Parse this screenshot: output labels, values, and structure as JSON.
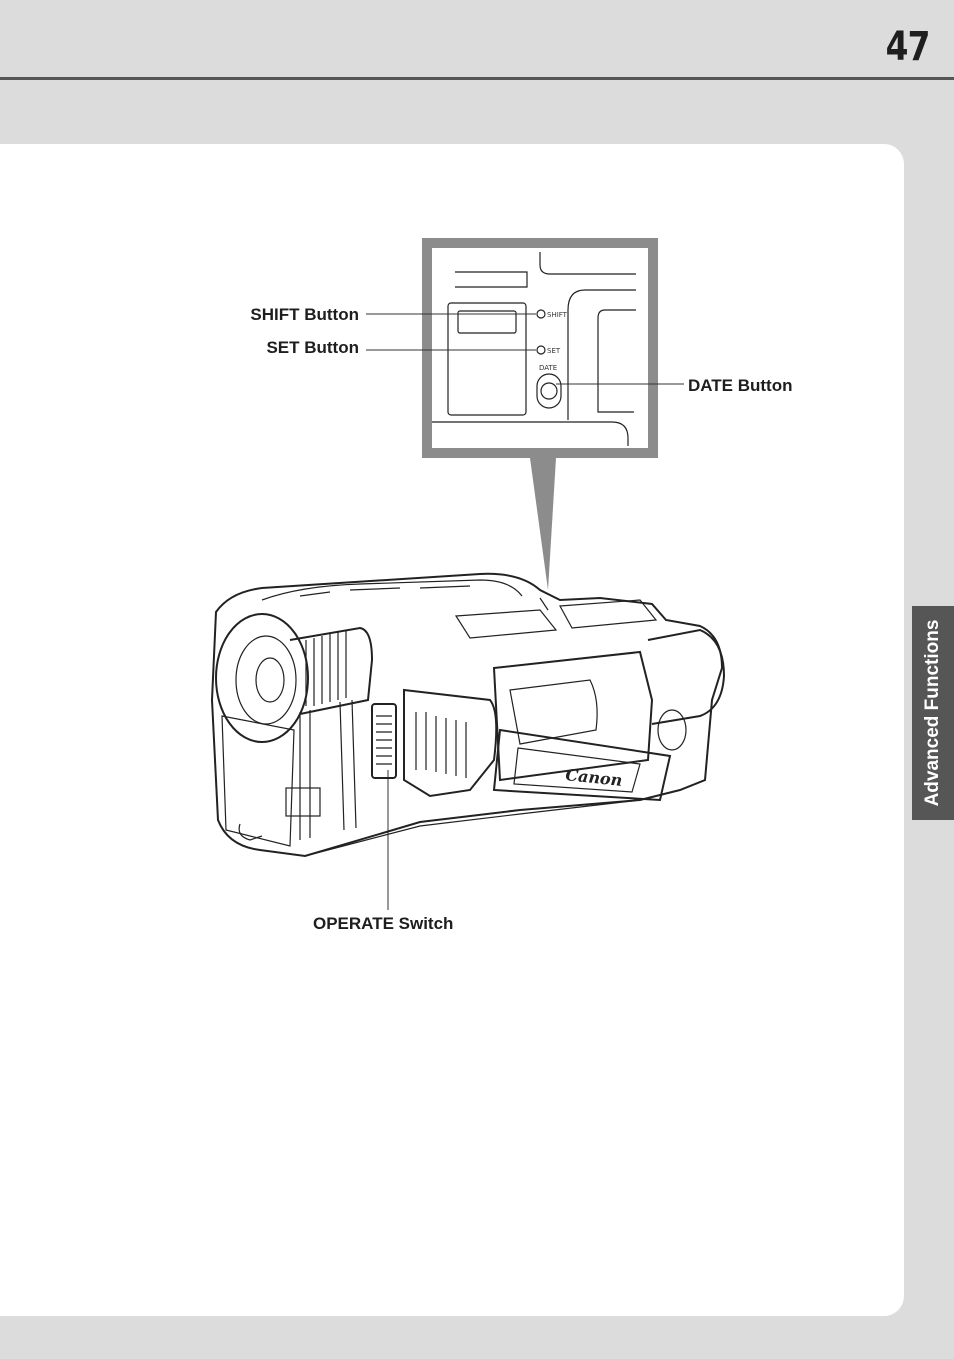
{
  "page": {
    "number": "47"
  },
  "side_tab": {
    "label": "Advanced Functions"
  },
  "figure": {
    "callouts": {
      "shift": "SHIFT Button",
      "set": "SET Button",
      "date": "DATE Button",
      "operate": "OPERATE Switch"
    },
    "panel_labels": {
      "shift": "SHIFT",
      "set": "SET",
      "date": "DATE"
    },
    "brand": "Canon"
  }
}
